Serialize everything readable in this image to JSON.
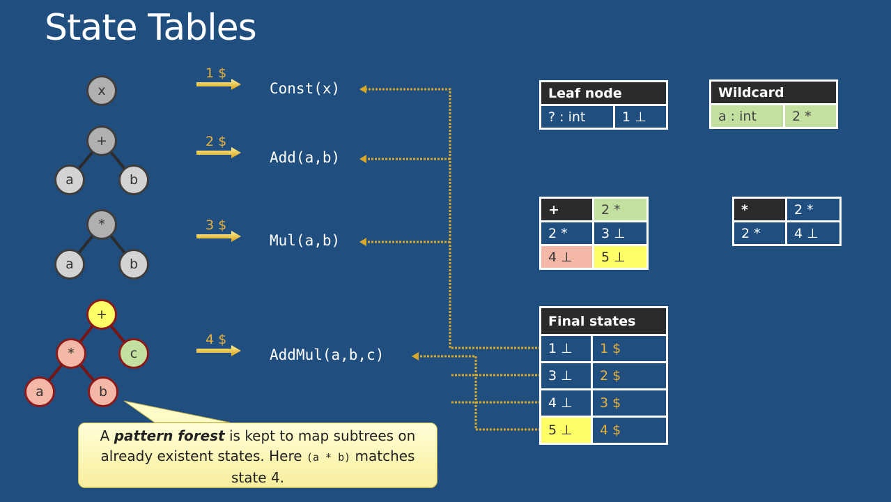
{
  "title": "State Tables",
  "trees": {
    "t1": {
      "root": "x"
    },
    "t2": {
      "root": "+",
      "left": "a",
      "right": "b"
    },
    "t3": {
      "root": "*",
      "left": "a",
      "right": "b"
    },
    "t4": {
      "root": "+",
      "mid": "*",
      "c": "c",
      "a": "a",
      "b": "b"
    }
  },
  "costs": [
    "1 $",
    "2 $",
    "3 $",
    "4 $"
  ],
  "constructors": [
    "Const(x)",
    "Add(a,b)",
    "Mul(a,b)",
    "AddMul(a,b,c)"
  ],
  "leaf_table": {
    "header": "Leaf node",
    "row": [
      "? : int",
      "1 ⊥"
    ]
  },
  "wildcard_table": {
    "header": "Wildcard",
    "row": [
      "a : int",
      "2 *"
    ]
  },
  "plus_table": {
    "rows": [
      [
        "+",
        "2 *"
      ],
      [
        "2 *",
        "3 ⊥"
      ],
      [
        "4 ⊥",
        "5 ⊥"
      ]
    ]
  },
  "mul_table": {
    "rows": [
      [
        "*",
        "2 *"
      ],
      [
        "2 *",
        "4 ⊥"
      ]
    ]
  },
  "final_table": {
    "header": "Final states",
    "rows": [
      [
        "1 ⊥",
        "1 $"
      ],
      [
        "3 ⊥",
        "2 $"
      ],
      [
        "4 ⊥",
        "3 $"
      ],
      [
        "5 ⊥",
        "4 $"
      ]
    ]
  },
  "callout": {
    "pre": "A ",
    "em": "pattern forest",
    "mid": " is kept to map subtrees on already existent states. Here ",
    "code": "(a * b)",
    "post": " matches state 4."
  },
  "colors": {
    "background": "#1f4e7f",
    "gold": "#e8b23a",
    "yellow": "#ffff66",
    "pink": "#f4b8a6",
    "green": "#c4e0a0"
  }
}
